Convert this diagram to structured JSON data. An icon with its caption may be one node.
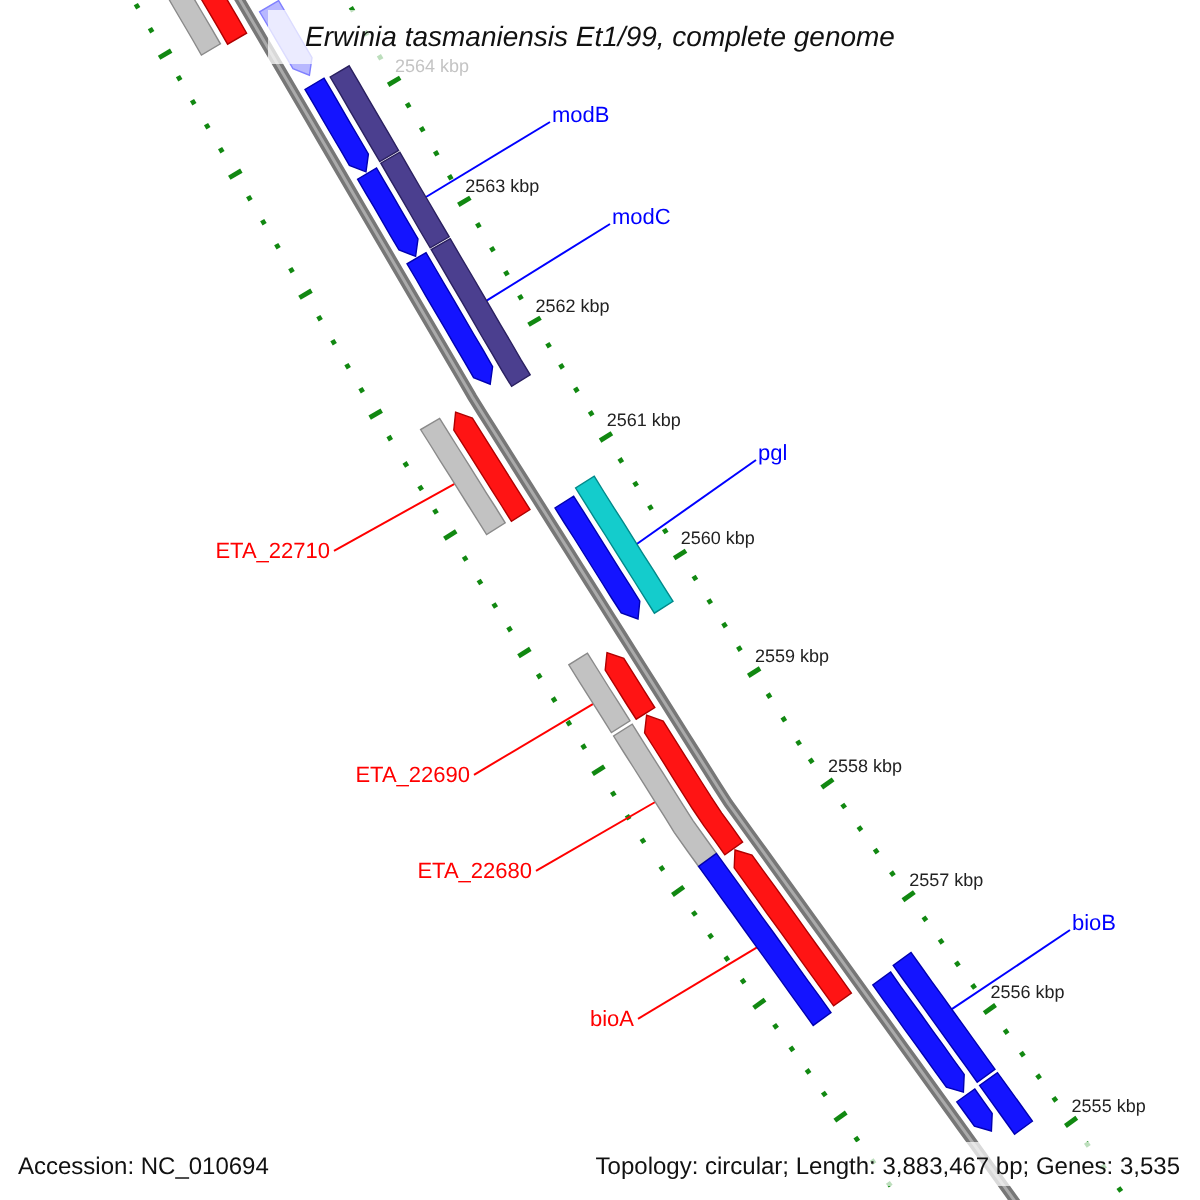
{
  "diagram": {
    "title": "Erwinia tasmaniensis Et1/99, complete genome",
    "nodes": [
      {
        "text": [
          "modB"
        ]
      },
      {
        "text": [],
        "shape": "bar"
      },
      {
        "text": [
          "modC"
        ]
      },
      {
        "text": [],
        "shape": "bar"
      },
      {
        "text": [
          "pgl"
        ]
      },
      {
        "text": [],
        "shape": "bar"
      },
      {
        "text": [
          "ETA_22710"
        ]
      },
      {
        "text": [],
        "shape": "bar"
      },
      {
        "text": [
          "ETA_22690"
        ]
      },
      {
        "text": [],
        "shape": "bar"
      },
      {
        "text": [
          "ETA_22680"
        ]
      },
      {
        "text": [],
        "shape": "bar"
      },
      {
        "text": [
          "bioB"
        ]
      },
      {
        "text": [],
        "shape": "bar"
      },
      {
        "text": [
          "bioA"
        ]
      },
      {
        "text": [],
        "shape": "bar"
      },
      {
        "text": [],
        "shape": "bar"
      },
      {
        "text": [],
        "shape": "pentagon"
      },
      {
        "text": [],
        "shape": "pentagon"
      },
      {
        "text": [],
        "shape": "pentagon"
      },
      {
        "text": [],
        "shape": "bar"
      },
      {
        "text": [],
        "shape": "pentagon"
      },
      {
        "text": [],
        "shape": "pentagon"
      },
      {
        "text": [],
        "shape": "pentagon"
      },
      {
        "text": [],
        "shape": "pentagon"
      },
      {
        "text": [],
        "shape": "pentagon"
      },
      {
        "text": [],
        "shape": "pentagon"
      },
      {
        "text": [],
        "shape": "pentagon"
      },
      {
        "text": [],
        "shape": "pentagon"
      },
      {
        "text": [],
        "shape": "bar"
      },
      {
        "text": [],
        "shape": "pentagon"
      }
    ],
    "edges": [
      {
        "from": 0,
        "to": 1,
        "arrow": "none",
        "color": "#0000ff"
      },
      {
        "from": 2,
        "to": 3,
        "arrow": "none",
        "color": "#0000ff"
      },
      {
        "from": 4,
        "to": 5,
        "arrow": "none",
        "color": "#0000ff"
      },
      {
        "from": 6,
        "to": 7,
        "arrow": "none",
        "color": "#ff0000"
      },
      {
        "from": 8,
        "to": 9,
        "arrow": "none",
        "color": "#ff0000"
      },
      {
        "from": 10,
        "to": 11,
        "arrow": "none",
        "color": "#ff0000"
      },
      {
        "from": 12,
        "to": 13,
        "arrow": "none",
        "color": "#0000ff"
      },
      {
        "from": 14,
        "to": 15,
        "arrow": "none",
        "color": "#ff0000"
      }
    ],
    "labels": [
      "2564 kbp",
      "2563 kbp",
      "2562 kbp",
      "2561 kbp",
      "2560 kbp",
      "2559 kbp",
      "2558 kbp",
      "2557 kbp",
      "2556 kbp",
      "2555 kbp",
      "Accession: NC_010694",
      "Topology: circular; Length: 3,883,467 bp; Genes: 3,535"
    ]
  }
}
